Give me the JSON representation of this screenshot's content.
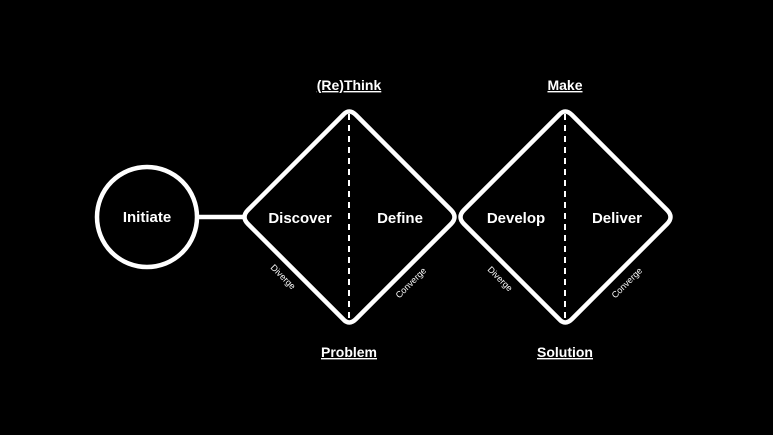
{
  "diagram": {
    "start": {
      "label": "Initiate"
    },
    "phases": {
      "first_top": "(Re)Think",
      "first_bottom": "Problem",
      "second_top": "Make",
      "second_bottom": "Solution"
    },
    "stages": {
      "discover": "Discover",
      "define": "Define",
      "develop": "Develop",
      "deliver": "Deliver"
    },
    "modes": {
      "first_diverge": "Diverge",
      "first_converge": "Converge",
      "second_diverge": "Diverge",
      "second_converge": "Converge"
    },
    "colors": {
      "background": "#000000",
      "stroke": "#ffffff",
      "text": "#ffffff"
    }
  }
}
